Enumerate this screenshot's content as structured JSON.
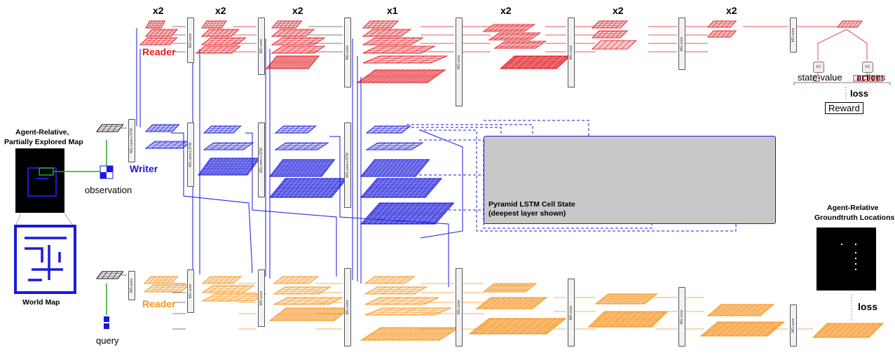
{
  "colors": {
    "red": "#e31e24",
    "blue": "#1a1adc",
    "orange": "#f7931e",
    "green": "#22aa22",
    "gray": "#555555"
  },
  "multipliers": [
    "x2",
    "x2",
    "x2",
    "x1",
    "x2",
    "x2",
    "x2"
  ],
  "labels": {
    "reader_top": "Reader",
    "writer": "Writer",
    "reader_bottom": "Reader",
    "map_title_1": "Agent-Relative,",
    "map_title_2": "Partially Explored Map",
    "world_map": "World Map",
    "observation": "observation",
    "query": "query",
    "state_value": "state-value",
    "actions": "actions",
    "loss_top": "loss",
    "reward": "Reward",
    "cell_state_1": "Pyramid LSTM Cell State",
    "cell_state_2": "(deepest layer shown)",
    "gt_title_1": "Agent-Relative",
    "gt_title_2": "Groundtruth Locations",
    "loss_bottom": "loss"
  },
  "blocks": {
    "mg_conv": "MG-conv",
    "mg_conv_lstm": "MG-conv-LSTM",
    "fc": "FC"
  }
}
